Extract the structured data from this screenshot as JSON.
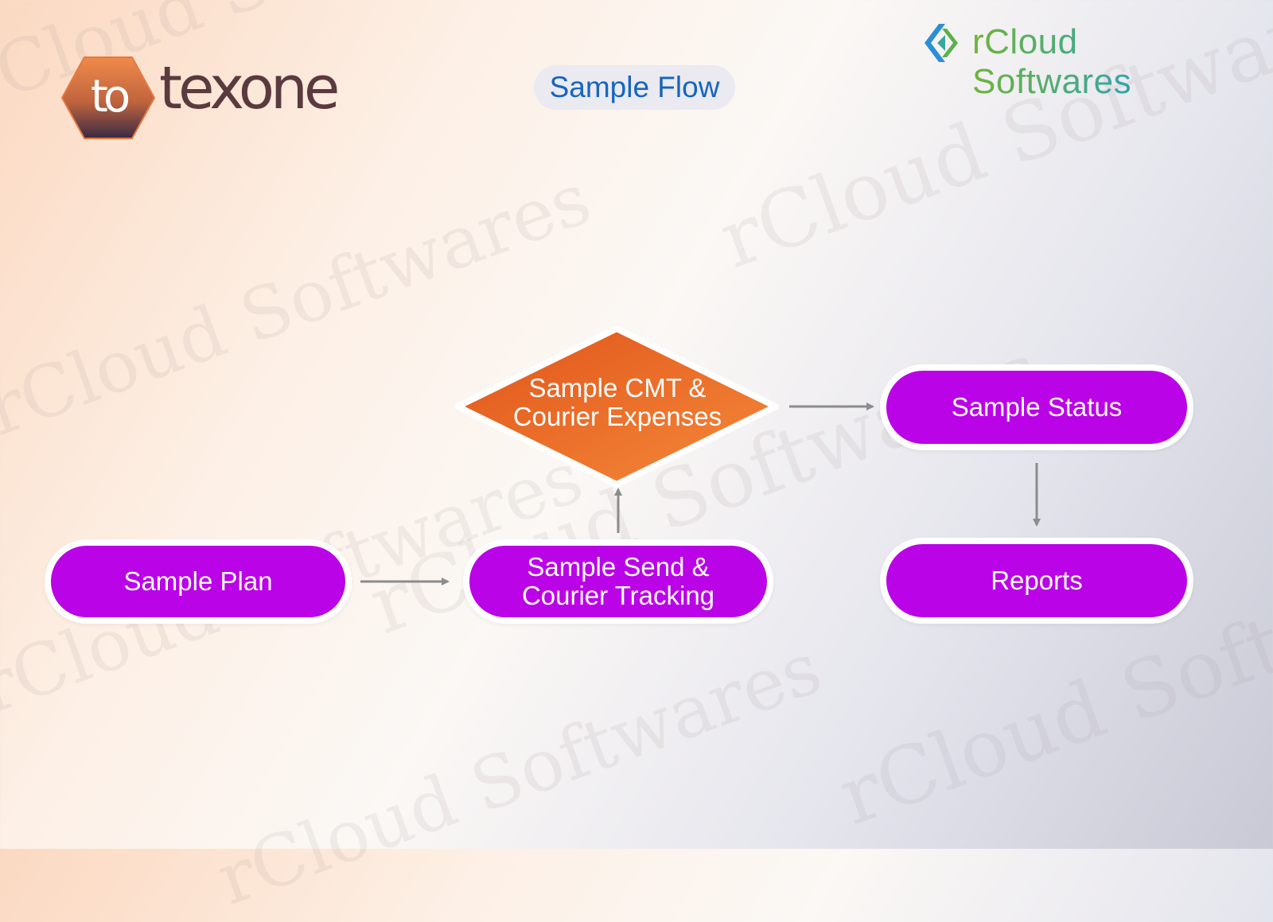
{
  "header": {
    "brand_name": "texone",
    "logo_monogram": "to",
    "title": "Sample Flow",
    "partner_name": "rCloud Softwares"
  },
  "watermark_text": "rCloud Softwares",
  "colors": {
    "node_fill": "#ba03e6",
    "diamond_fill": "#eb6a24",
    "arrow": "#8c8c8c",
    "title_text": "#1565c0"
  },
  "diagram": {
    "nodes": {
      "sample_plan": "Sample Plan",
      "sample_send_line1": "Sample Send &",
      "sample_send_line2": "Courier Tracking",
      "decision_line1": "Sample CMT &",
      "decision_line2": "Courier Expenses",
      "sample_status": "Sample Status",
      "reports": "Reports"
    }
  }
}
